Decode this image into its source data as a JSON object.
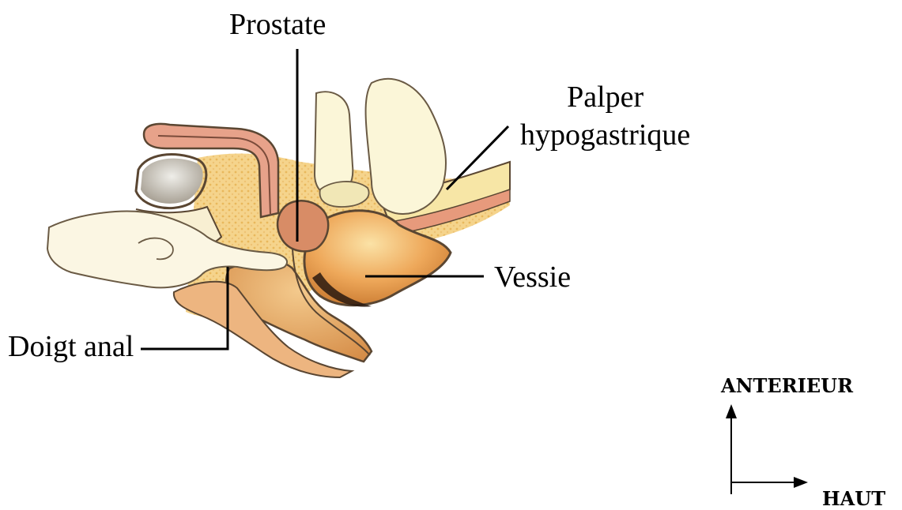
{
  "labels": {
    "prostate": "Prostate",
    "palper_line1": "Palper",
    "palper_line2": "hypogastrique",
    "vessie": "Vessie",
    "doigt": "Doigt anal"
  },
  "orientation": {
    "anterior": "ANTERIEUR",
    "up": "HAUT"
  },
  "colors": {
    "skin": "#f6f0c4",
    "fat": "#f2c97a",
    "bladder": "#e8a34e",
    "prostate": "#d98b63",
    "rectum": "#e9aa6e",
    "outline": "#5a4632"
  }
}
